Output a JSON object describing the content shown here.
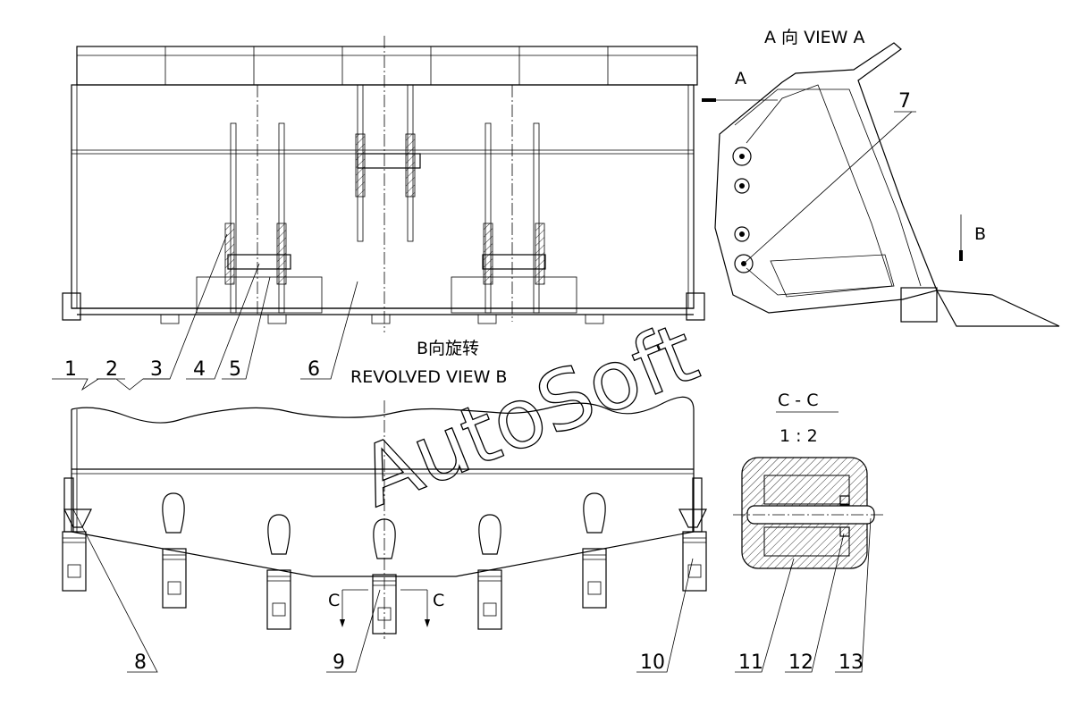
{
  "views": {
    "view_a_title": "A 向 VIEW A",
    "arrow_a": "A",
    "arrow_b": "B",
    "view_b_title_cn": "B向旋转",
    "view_b_title_en": "REVOLVED VIEW B",
    "arrow_c": "C",
    "section_title": "C - C",
    "section_scale": "1 : 2"
  },
  "part_labels": [
    "1",
    "2",
    "3",
    "4",
    "5",
    "6",
    "7",
    "8",
    "9",
    "10",
    "11",
    "12",
    "13"
  ],
  "watermark": "AutoSoft"
}
